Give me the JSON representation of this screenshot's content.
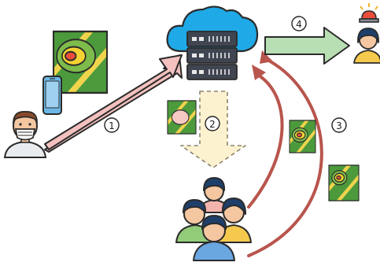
{
  "steps": [
    {
      "label": "1"
    },
    {
      "label": "2"
    },
    {
      "label": "3"
    },
    {
      "label": "4"
    }
  ],
  "actors": {
    "user": "person-with-mask-icon",
    "phone": "smartphone-icon",
    "server": "cloud-server-icon",
    "crowd": "group-of-people-icon",
    "recipient": "person-with-alarm-icon",
    "alarm": "alarm-light-icon",
    "map": "heatmap-map-icon"
  },
  "colors": {
    "arrow_pink": "#f4c1bf",
    "arrow_green": "#b8dfb3",
    "arrow_dashed_yellow": "#fdf2cf",
    "arrow_red": "#b8554d",
    "cloud_blue": "#1fa9e6",
    "server_dark": "#3f4551",
    "map_blue": "#4b86c9",
    "map_green": "#4c9a3c",
    "map_yellow": "#f0d44b"
  }
}
